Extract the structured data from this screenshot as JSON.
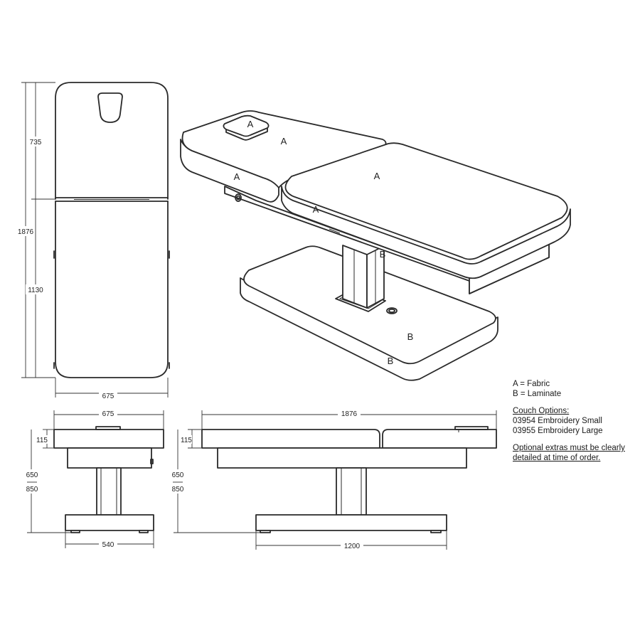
{
  "dimensions": {
    "top_view": {
      "total_length": "1876",
      "head_section": "735",
      "body_section": "1130",
      "width": "675"
    },
    "end_view": {
      "width": "675",
      "top_thickness": "115",
      "min_height": "650",
      "max_height": "850",
      "base_width": "540"
    },
    "side_view": {
      "length": "1876",
      "top_thickness": "115",
      "min_height": "650",
      "max_height": "850",
      "base_length": "1200"
    }
  },
  "materials": {
    "a": "A",
    "b": "B"
  },
  "legend": {
    "fabric": "A = Fabric",
    "laminate": "B = Laminate"
  },
  "options": {
    "heading": "Couch Options:",
    "items": [
      "03954 Embroidery Small",
      "03955 Embroidery Large"
    ]
  },
  "note": {
    "line1": "Optional extras must be clearly",
    "line2": "detailed at time of order."
  }
}
